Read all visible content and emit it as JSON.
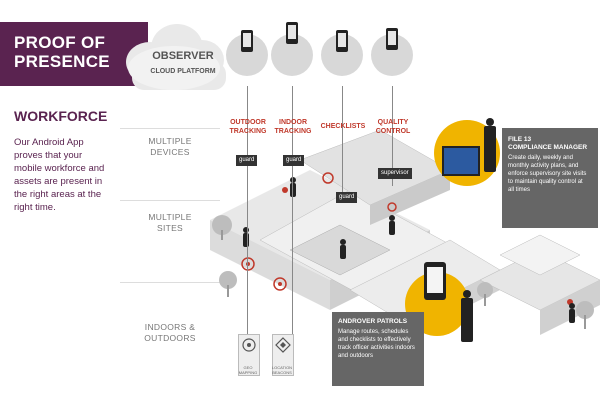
{
  "header": {
    "title_line1": "PROOF OF",
    "title_line2": "PRESENCE",
    "cloud_title": "OBSERVER",
    "cloud_subtitle": "CLOUD PLATFORM"
  },
  "workforce": {
    "title": "WORKFORCE",
    "body": "Our Android App proves that your mobile workforce and assets are present in the right areas at the right time."
  },
  "rows": [
    {
      "line1": "MULTIPLE",
      "line2": "DEVICES"
    },
    {
      "line1": "MULTIPLE",
      "line2": "SITES"
    },
    {
      "line1": "INDOORS &",
      "line2": "OUTDOORS"
    }
  ],
  "columns": [
    {
      "line1": "OUTDOOR",
      "line2": "TRACKING"
    },
    {
      "line1": "INDOOR",
      "line2": "TRACKING"
    },
    {
      "line1": "CHECKLISTS",
      "line2": ""
    },
    {
      "line1": "QUALITY",
      "line2": "CONTROL"
    }
  ],
  "tags": {
    "guard1": "guard",
    "guard2": "guard",
    "guard3": "guard",
    "supervisor": "supervisor"
  },
  "boxes": {
    "file13_title": "FILE 13",
    "file13_subtitle": "COMPLIANCE MANAGER",
    "file13_body": "Create daily, weekly and monthly activity plans, and enforce supervisory site visits to maintain quality control at all times",
    "androver_title": "ANDROVER PATROLS",
    "androver_body": "Manage routes, schedules and checklists to effectively track officer activities indoors and outdoors"
  },
  "features": [
    {
      "label_line1": "GEO",
      "label_line2": "MAPPING"
    },
    {
      "label_line1": "LOCATION",
      "label_line2": "BEACONS"
    }
  ],
  "colors": {
    "brand_purple": "#5a2350",
    "accent_red": "#c0392b",
    "accent_yellow": "#f0b400",
    "box_gray": "#666666"
  }
}
